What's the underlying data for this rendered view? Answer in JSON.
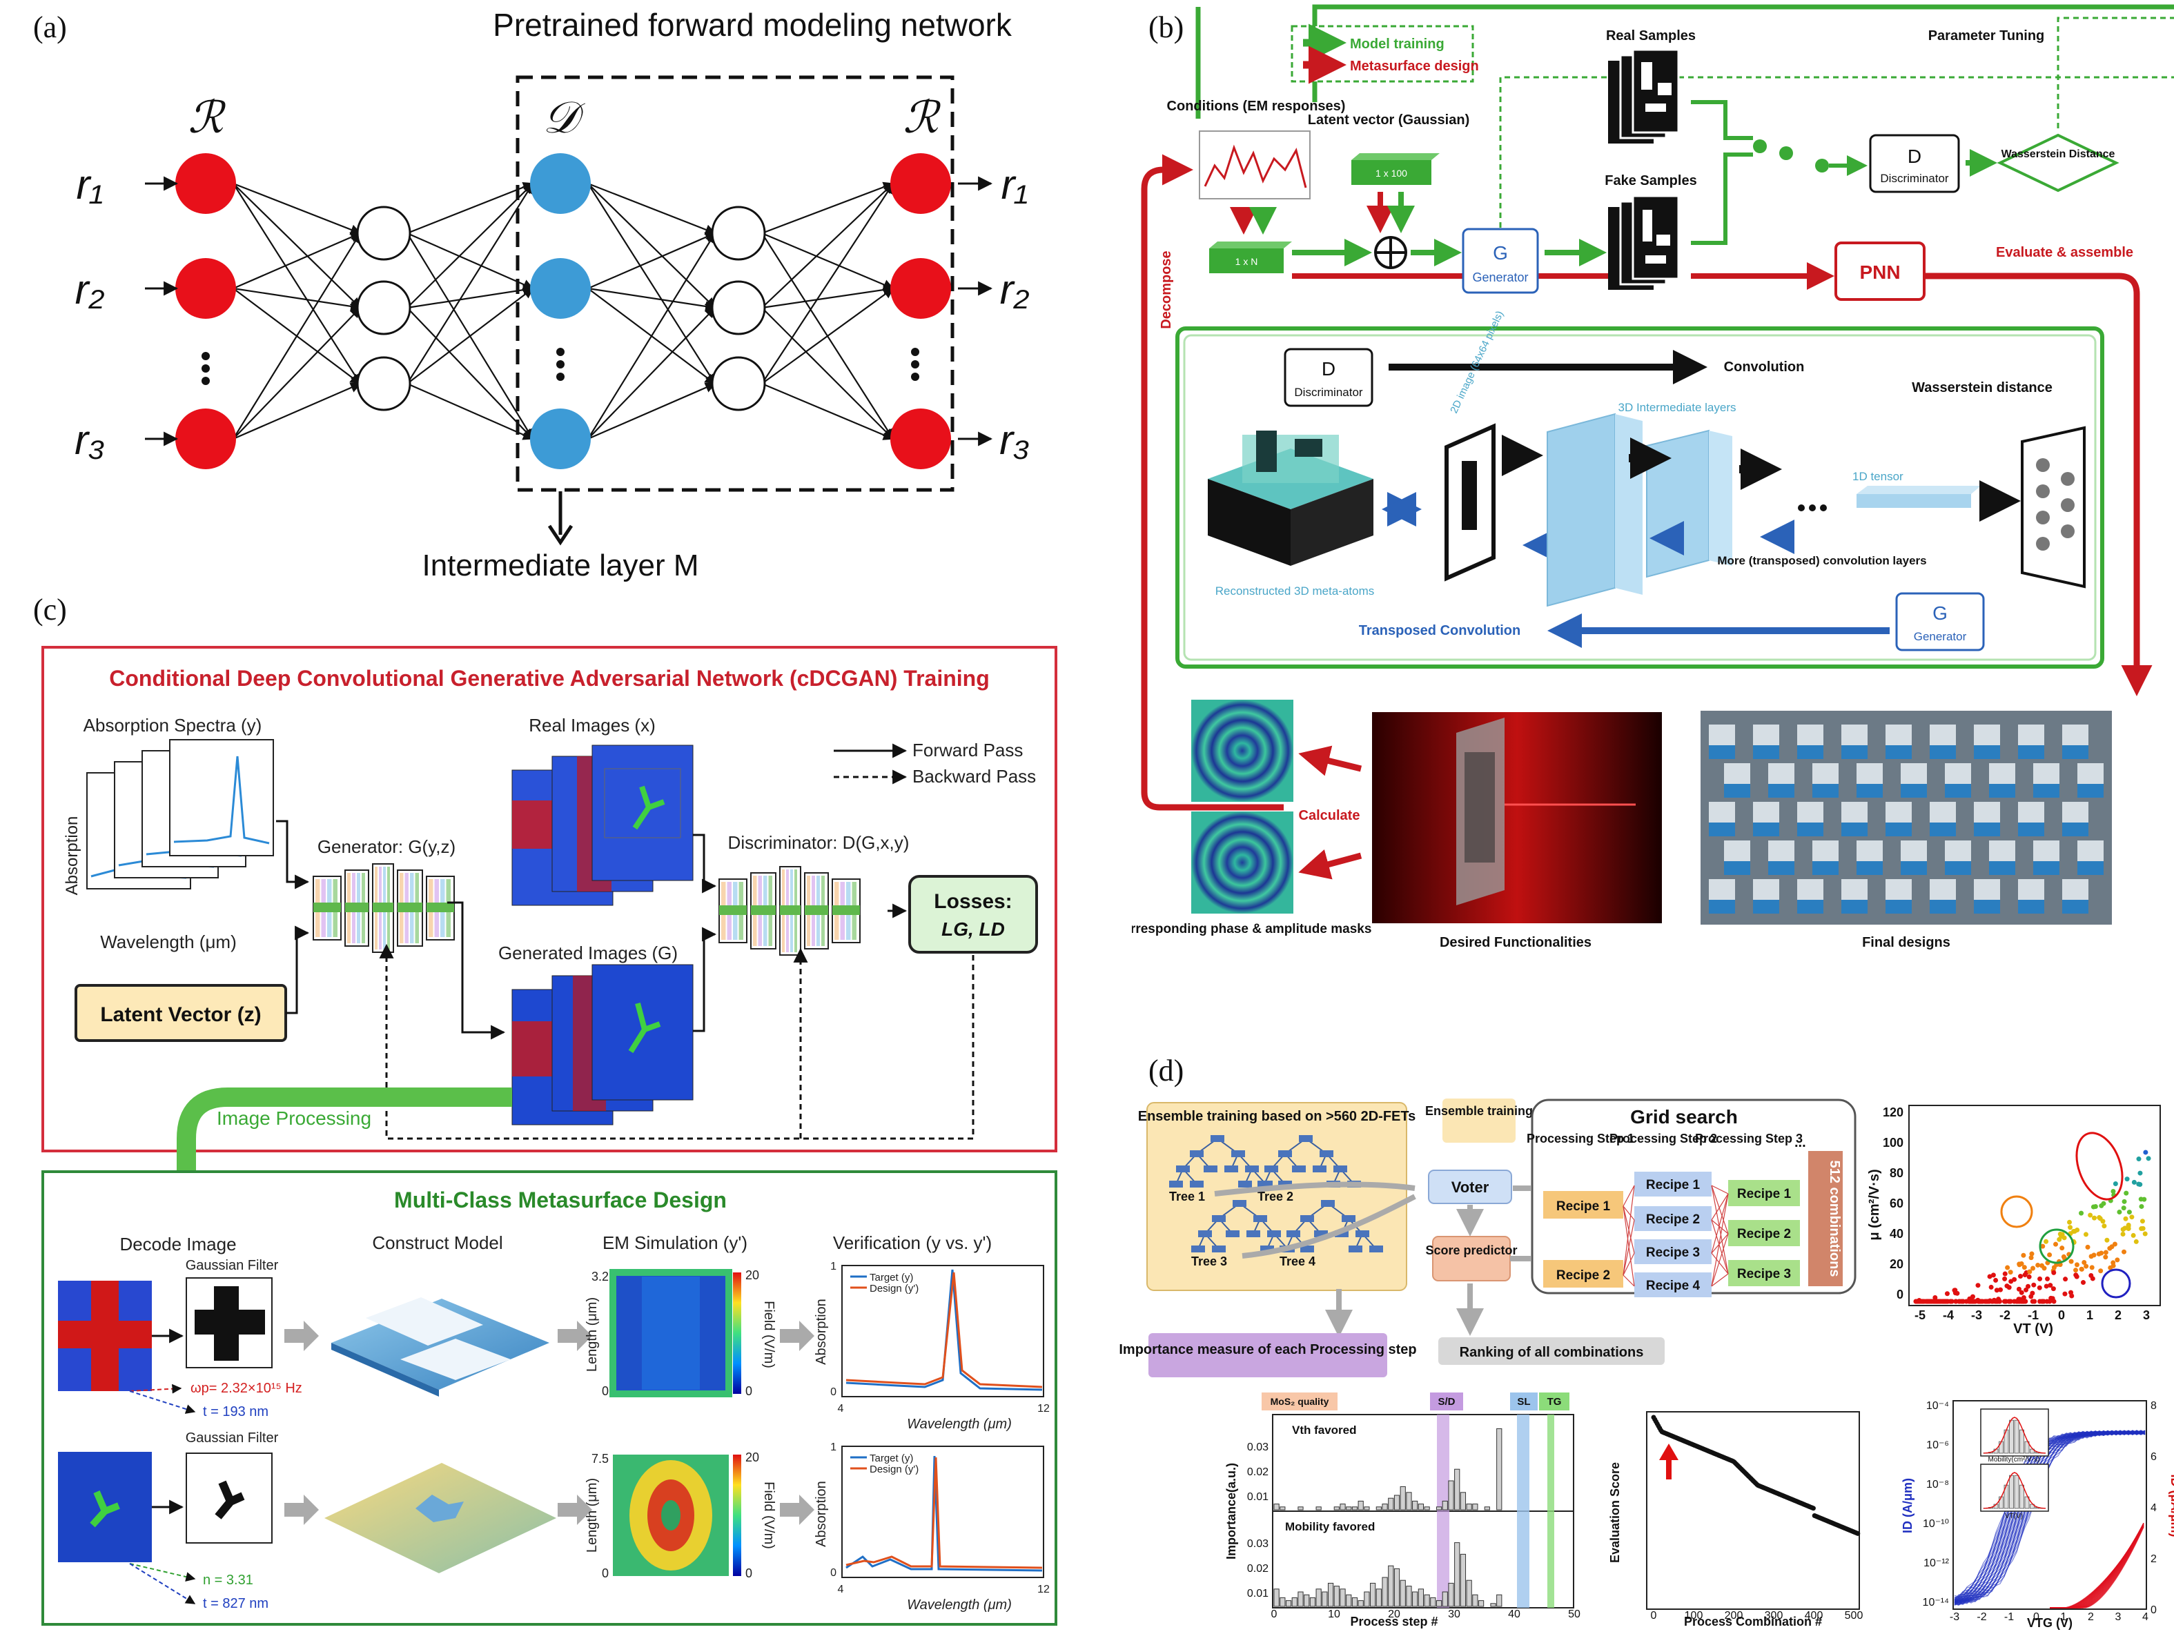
{
  "labels": {
    "a": "(a)",
    "b": "(b)",
    "c": "(c)",
    "d": "(d)"
  },
  "a": {
    "title": "Pretrained forward modeling network",
    "R_left": "ℛ",
    "D": "𝒟",
    "R_right": "ℛ",
    "inputs": [
      "r₁",
      "r₂",
      "r₃"
    ],
    "outputs": [
      "r₁",
      "r₂",
      "r₃"
    ],
    "intermediate": "Intermediate layer M",
    "colors": {
      "red": "#e8101a",
      "blue": "#3d9bd6"
    }
  },
  "b": {
    "legend_train": "Model training",
    "legend_design": "Metasurface design",
    "real_samples": "Real Samples",
    "fake_samples": "Fake Samples",
    "param_tuning": "Parameter Tuning",
    "conditions": "Conditions (EM responses)",
    "latent": "Latent vector (Gaussian)",
    "latent_dim": "1 x 100",
    "cond_dim": "1 x N",
    "D": "D",
    "discriminator": "Discriminator",
    "G": "G",
    "generator": "Generator",
    "wasserstein": "Wasserstein Distance",
    "pnn": "PNN",
    "evaluate": "Evaluate & assemble",
    "decompose": "Decompose",
    "convolution": "Convolution",
    "wass_distance": "Wasserstein distance",
    "img2d": "2D image (64x64 pixels)",
    "inter3d": "3D Intermediate layers",
    "tensor1d": "1D tensor",
    "more_layers": "More (transposed) convolution layers",
    "reconstructed": "Reconstructed 3D meta-atoms",
    "transposed": "Transposed Convolution",
    "calculate": "Calculate",
    "masks": "Corresponding phase & amplitude masks",
    "desired": "Desired Functionalities",
    "final": "Final designs",
    "colors": {
      "green": "#3aa935",
      "red": "#c8191f",
      "blue": "#2b62b8"
    }
  },
  "c": {
    "train_title": "Conditional Deep Convolutional Generative Adversarial Network (cDCGAN) Training",
    "spectra": "Absorption Spectra (y)",
    "absorption": "Absorption",
    "wavelength": "Wavelength (μm)",
    "real_images": "Real Images (x)",
    "forward": "Forward Pass",
    "backward": "Backward Pass",
    "generator": "Generator: G(y,z)",
    "discriminator": "Discriminator: D(G,x,y)",
    "losses": "Losses:",
    "loss_terms": "LG, LD",
    "generated": "Generated Images (G)",
    "latent": "Latent Vector (z)",
    "image_processing": "Image Processing",
    "design_title": "Multi-Class Metasurface Design",
    "decode": "Decode Image",
    "construct": "Construct Model",
    "em_sim": "EM Simulation (y')",
    "verification": "Verification (y vs. y')",
    "gaussian": "Gaussian Filter",
    "omega": "ωp= 2.32×10¹⁵ Hz",
    "t1": "t = 193 nm",
    "n": "n = 3.31",
    "t2": "t = 827 nm",
    "length": "Length (μm)",
    "field": "Field (V/m)",
    "sim_top": [
      "3.2",
      "0"
    ],
    "sim_bot": [
      "7.5",
      "0"
    ],
    "cbar": [
      "20",
      "0"
    ],
    "target": "Target (y)",
    "design": "Design (y')",
    "ver_x": [
      "4",
      "12"
    ],
    "ver_y": [
      "1",
      "0"
    ]
  },
  "d": {
    "ensemble_title": "Ensemble training based on >560 2D-FETs",
    "trees": [
      "Tree 1",
      "Tree 2",
      "Tree 3",
      "Tree 4"
    ],
    "ensemble": "Ensemble training",
    "voter": "Voter",
    "score": "Score predictor",
    "grid": "Grid search",
    "steps": [
      "Processing Step 1",
      "Processing Step 2",
      "Processing Step 3"
    ],
    "dots": "...",
    "step1": [
      "Recipe 1",
      "Recipe 2"
    ],
    "step2": [
      "Recipe 1",
      "Recipe 2",
      "Recipe 3",
      "Recipe 4"
    ],
    "step3": [
      "Recipe 1",
      "Recipe 2",
      "Recipe 3"
    ],
    "combos": "512 combinations",
    "importance": "Importance measure of each Processing step",
    "ranking": "Ranking of all combinations",
    "mu_axis": "μ (cm²/V·s)",
    "vt_axis": "VT (V)",
    "mu_yt": [
      "120",
      "100",
      "80",
      "60",
      "40",
      "20",
      "0"
    ],
    "vt_xt": [
      "-5",
      "-4",
      "-3",
      "-2",
      "-1",
      "0",
      "1",
      "2",
      "3"
    ],
    "tags": [
      "MoS₂ quality",
      "S/D",
      "SL",
      "TG"
    ],
    "vth": "Vth favored",
    "mob": "Mobility favored",
    "imp_axis": "Importance(a.u.)",
    "imp_yt": [
      "0.03",
      "0.02",
      "0.01"
    ],
    "step_axis": "Process step #",
    "step_xt": [
      "0",
      "10",
      "20",
      "30",
      "40",
      "50"
    ],
    "eval_axis": "Evaluation Score",
    "combo_axis": "Process Combination #",
    "combo_xt": [
      "0",
      "100",
      "200",
      "300",
      "400",
      "500"
    ],
    "id_axis": "ID (A/μm)",
    "id_yt": [
      "10⁻⁴",
      "10⁻⁶",
      "10⁻⁸",
      "10⁻¹⁰",
      "10⁻¹²",
      "10⁻¹⁴"
    ],
    "vtg_axis": "VTG (V)",
    "vtg_xt": [
      "-3",
      "-2",
      "-1",
      "0",
      "1",
      "2",
      "3",
      "4"
    ],
    "lin_axis": "ID (μA/μm)",
    "lin_yt": [
      "8",
      "6",
      "4",
      "2",
      "0"
    ],
    "inset1": "Mobility(cm²/V·s)",
    "inset2": "VT(V)"
  }
}
